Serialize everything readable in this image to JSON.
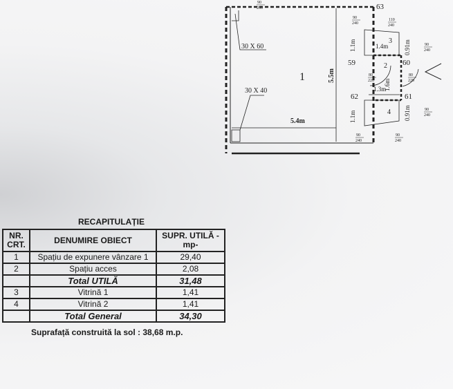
{
  "plan": {
    "room_labels": [
      "1",
      "2",
      "3",
      "4"
    ],
    "points": [
      "63",
      "59",
      "60",
      "62",
      "61"
    ],
    "dimensions": {
      "width": "5.4m",
      "height": "5.5m",
      "d1": "1.1m",
      "d2": "1.4m",
      "d3": "0.91m",
      "d4": "1.6m",
      "d5": "1.3m",
      "d6": "1.1m",
      "d7": "0.91m"
    },
    "openings": [
      {
        "w": "90",
        "h": "200"
      },
      {
        "w": "90",
        "h": "240"
      },
      {
        "w": "110",
        "h": "240"
      },
      {
        "w": "90",
        "h": "240"
      },
      {
        "w": "80",
        "h": "220"
      },
      {
        "w": "80",
        "h": "220"
      },
      {
        "w": "90",
        "h": "240"
      },
      {
        "w": "90",
        "h": "240"
      },
      {
        "w": "90",
        "h": "240"
      }
    ],
    "notes": [
      "30 X 60",
      "30 X 40"
    ]
  },
  "recap": {
    "title": "RECAPITULAȚIE",
    "headers": {
      "nr": "NR. CRT.",
      "name": "DENUMIRE OBIECT",
      "area": "SUPR. UTILĂ -mp-"
    },
    "rows": [
      {
        "nr": "1",
        "name": "Spațiu de expunere vânzare 1",
        "area": "29,40"
      },
      {
        "nr": "2",
        "name": "Spațiu acces",
        "area": "2,08"
      },
      {
        "nr": "",
        "name": "Total UTILĂ",
        "area": "31,48"
      },
      {
        "nr": "3",
        "name": "Vitrină  1",
        "area": "1,41"
      },
      {
        "nr": "4",
        "name": "Vitrină  2",
        "area": "1,41"
      },
      {
        "nr": "",
        "name": "Total General",
        "area": "34,30"
      }
    ],
    "footer": "Suprafață construită la sol  : 38,68 m.p."
  }
}
